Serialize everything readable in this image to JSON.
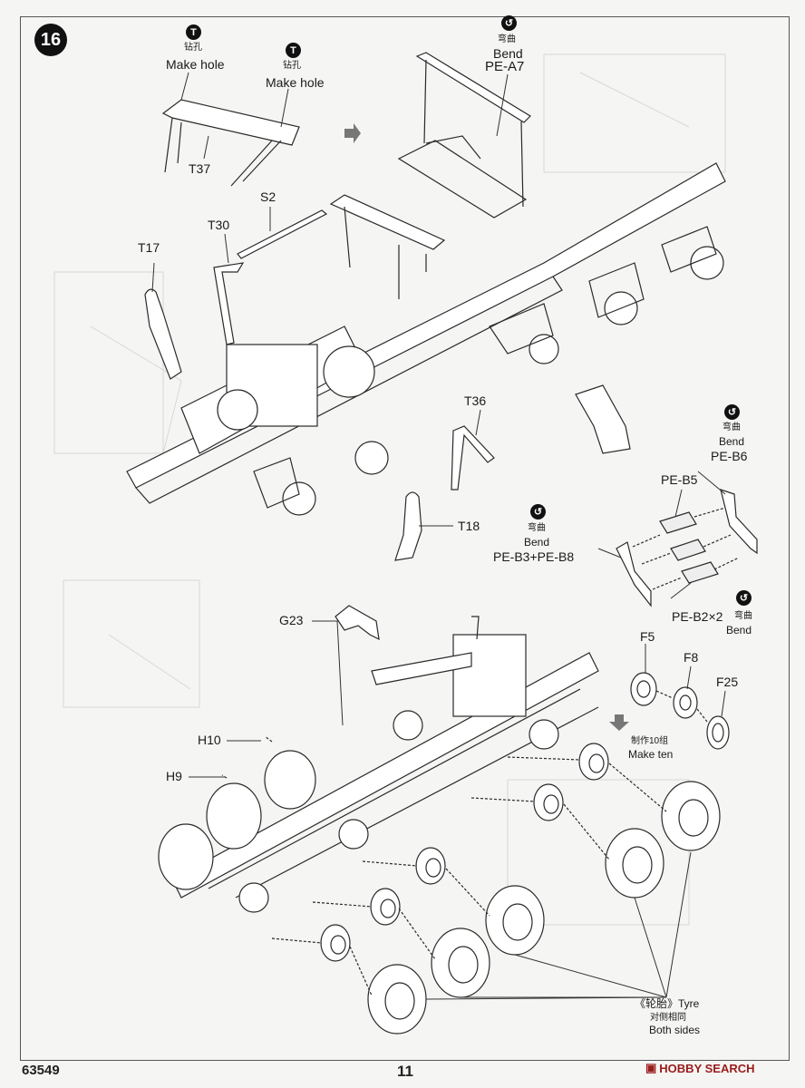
{
  "step_number": "16",
  "labels": {
    "drill1_cn": "钻孔",
    "drill1_en": "Make hole",
    "drill2_cn": "钻孔",
    "drill2_en": "Make hole",
    "bend_a7_cn": "弯曲",
    "bend_a7_en": "Bend",
    "pe_a7": "PE-A7",
    "t37": "T37",
    "s2": "S2",
    "t30": "T30",
    "t17": "T17",
    "t36": "T36",
    "t18": "T18",
    "bend_b6_cn": "弯曲",
    "bend_b6_en": "Bend",
    "pe_b6": "PE-B6",
    "pe_b5": "PE-B5",
    "bend_b3_cn": "弯曲",
    "bend_b3_en": "Bend",
    "pe_b3_b8": "PE-B3+PE-B8",
    "pe_b2": "PE-B2×2",
    "bend_b2_cn": "弯曲",
    "bend_b2_en": "Bend",
    "g23": "G23",
    "h10": "H10",
    "h9": "H9",
    "f5": "F5",
    "f8": "F8",
    "f25": "F25",
    "make_ten_cn": "制作10组",
    "make_ten_en": "Make ten",
    "tyre_cn": "《轮胎》Tyre",
    "both_sides_cn": "对侧相同",
    "both_sides_en": "Both sides"
  },
  "footer": {
    "product_code": "63549",
    "page_number": "11",
    "watermark": "HOBBY SEARCH"
  },
  "icons": {
    "drill": "drill-icon",
    "bend": "bend-icon",
    "arrow": "right-arrow-icon"
  }
}
